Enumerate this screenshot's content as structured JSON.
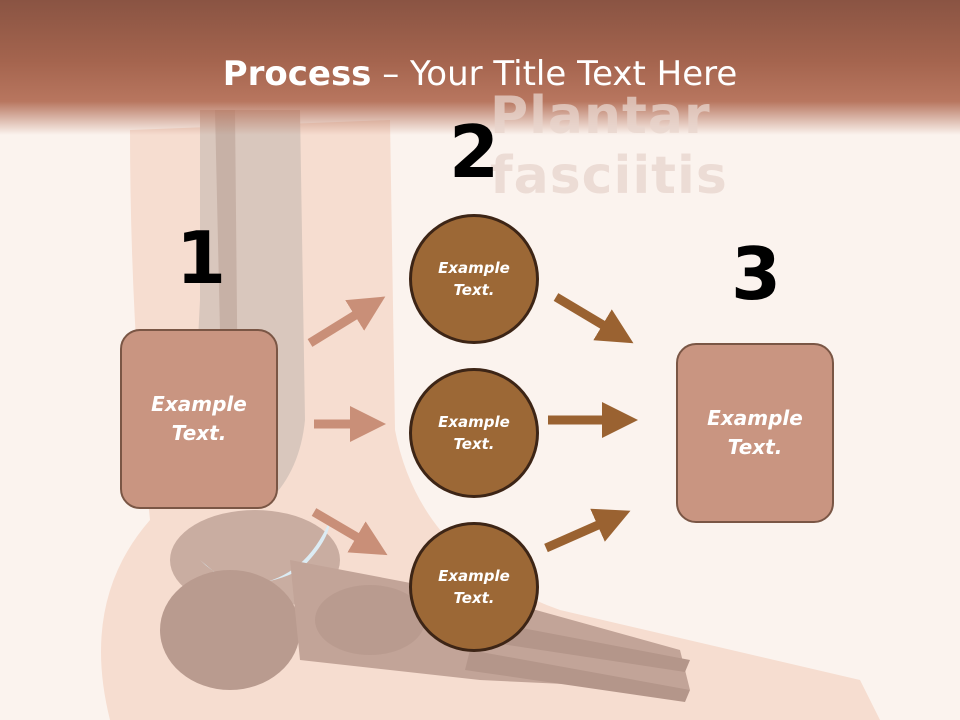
{
  "title": {
    "bold": "Process",
    "rest": " – Your Title Text Here"
  },
  "watermark": "Plantar fasciitis",
  "steps": [
    {
      "number": "1",
      "label_line1": "Example",
      "label_line2": "Text."
    },
    {
      "number": "2",
      "circles": [
        {
          "line1": "Example",
          "line2": "Text."
        },
        {
          "line1": "Example",
          "line2": "Text."
        },
        {
          "line1": "Example",
          "line2": "Text."
        }
      ]
    },
    {
      "number": "3",
      "label_line1": "Example",
      "label_line2": "Text."
    }
  ],
  "colors": {
    "header": "#a4644e",
    "box": "#c99581",
    "circle": "#9c6836",
    "arrow_light": "#c98f78",
    "arrow_dark": "#9a6231"
  }
}
